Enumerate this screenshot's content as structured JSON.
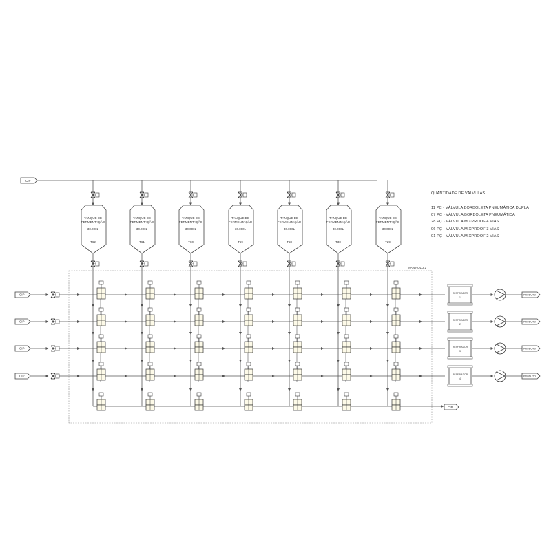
{
  "supply_label": "CIP",
  "return_label": "CIP",
  "product_label": "PRODUTO",
  "tank_name": "TANQUE DE FERMENTAÇÃO",
  "tank_volume": "30.000L",
  "tanks": [
    "T62",
    "T61",
    "T60",
    "T59",
    "T58",
    "T30",
    "T29"
  ],
  "manifold_label": "MANIFOLD 2",
  "restrictor_label": "RESFRIADOR",
  "restrictors": [
    "(1)",
    "(2)",
    "(3)",
    "(4)"
  ],
  "legend": {
    "title": "QUANTIDADE DE VÁLVULAS",
    "items": [
      "11 PÇ - VÁLVULA BORBOLETA PNEUMÁTICA DUPLA",
      "07 PÇ - VÁLVULA BORBOLETA PNEUMÁTICA",
      "28 PÇ - VÁLVULA MIXPROOF 4 VIAS",
      "06 PÇ - VÁLVULA MIXPROOF 3 VIAS",
      "01 PÇ - VÁLVULA MIXPROOF 2 VIAS"
    ]
  }
}
